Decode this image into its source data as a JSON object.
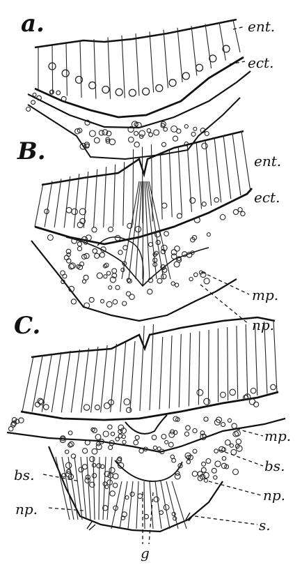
{
  "figure": {
    "panels": [
      {
        "letter": "a.",
        "labels": [
          "ent.",
          "ect."
        ]
      },
      {
        "letter": "B.",
        "labels": [
          "ent.",
          "ect.",
          "mp.",
          "np."
        ]
      },
      {
        "letter": "C.",
        "labels_right": [
          "mp.",
          "bs.",
          "np.",
          "s."
        ],
        "labels_left": [
          "bs.",
          "np."
        ],
        "label_bottom": "g"
      }
    ]
  },
  "colors": {
    "ink": "#111111",
    "paper": "#ffffff"
  }
}
